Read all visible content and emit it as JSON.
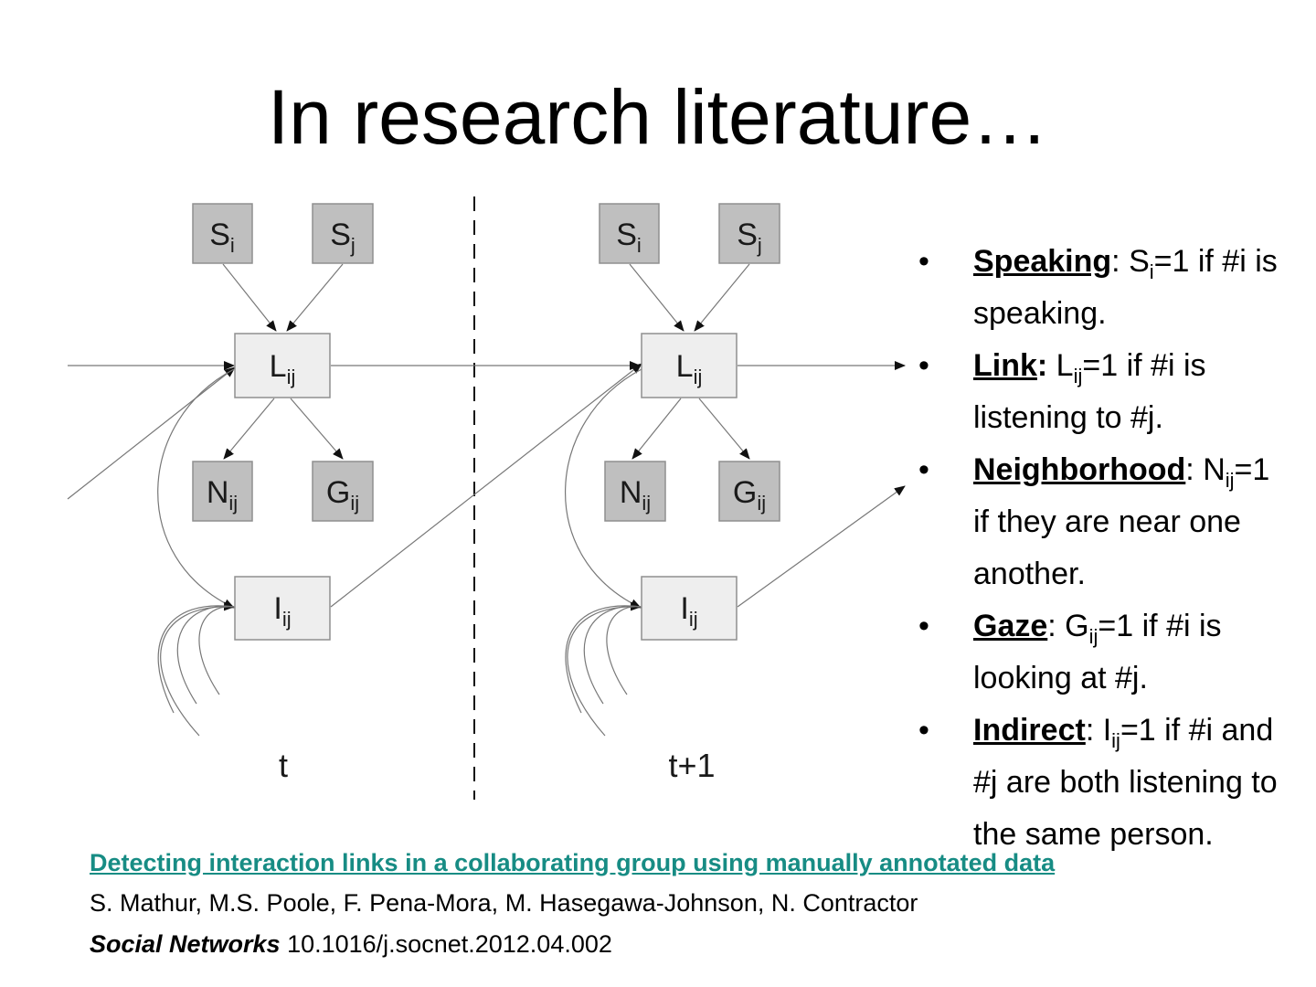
{
  "slide": {
    "title": "In research literature…"
  },
  "diagram": {
    "nodes": {
      "s_i": {
        "main": "S",
        "sub": "i"
      },
      "s_j": {
        "main": "S",
        "sub": "j"
      },
      "l_ij": {
        "main": "L",
        "sub": "ij"
      },
      "n_ij": {
        "main": "N",
        "sub": "ij"
      },
      "g_ij": {
        "main": "G",
        "sub": "ij"
      },
      "i_ij": {
        "main": "I",
        "sub": "ij"
      }
    },
    "time_labels": {
      "t": "t",
      "t_next": "t+1"
    },
    "colors": {
      "observed": "#bfbfbf",
      "hidden": "#eeeeee"
    }
  },
  "bullets": [
    {
      "term": "Speaking",
      "sep": ":",
      "pre": " S",
      "sub": "i",
      "post": "=1 if #i is speaking."
    },
    {
      "term": "Link",
      "sep": ":",
      "pre": " L",
      "sub": "ij",
      "post": "=1 if #i is listening to #j."
    },
    {
      "term": "Neighborhood",
      "sep": ":",
      "pre": " N",
      "sub": "ij",
      "post": "=1 if they are near one another."
    },
    {
      "term": "Gaze",
      "sep": ":",
      "pre": " G",
      "sub": "ij",
      "post": "=1 if #i is looking at #j."
    },
    {
      "term": "Indirect",
      "sep": ":",
      "pre": " I",
      "sub": "ij",
      "post": "=1 if #i and #j are both listening to the same person."
    }
  ],
  "reference": {
    "link_text": "Detecting interaction links in a collaborating group using manually annotated data",
    "authors": "S. Mathur, M.S. Poole, F. Pena-Mora, M. Hasegawa-Johnson, N. Contractor",
    "journal": "Social Networks",
    "doi": " 10.1016/j.socnet.2012.04.002",
    "link_color": "#178c84"
  }
}
